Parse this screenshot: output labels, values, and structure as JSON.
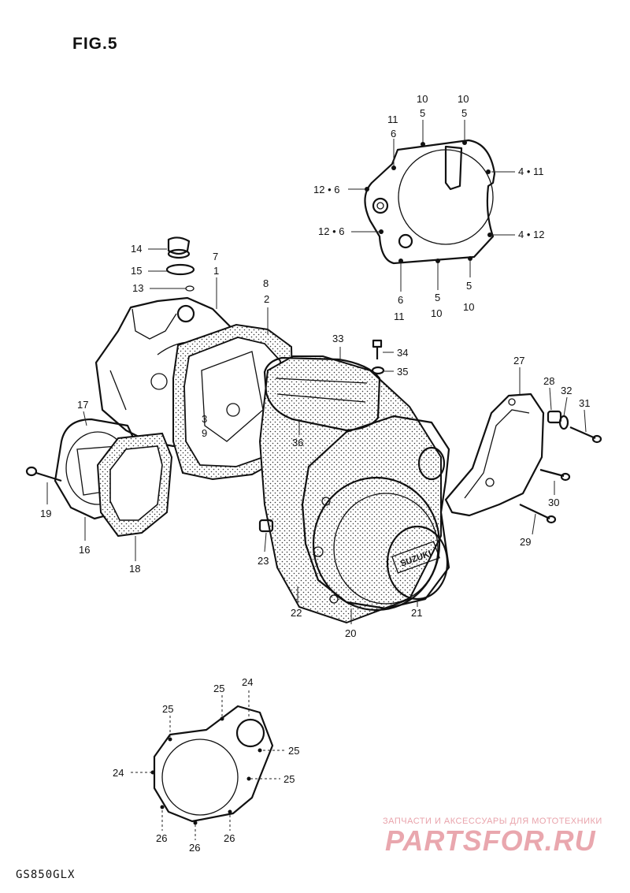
{
  "figure": {
    "title": "FIG.5",
    "model_code": "GS850GLX"
  },
  "watermark": {
    "tagline": "ЗАПЧАСТИ И АКСЕССУАРЫ ДЛЯ МОТОТЕХНИКИ",
    "logo": "PARTSFOR.RU"
  },
  "cover_emblem": "SUZUKI",
  "callouts": {
    "c1": "10",
    "c2": "5",
    "c3": "10",
    "c4": "5",
    "c5": "11",
    "c6": "6",
    "c7": "12 • 6",
    "c8": "4 • 11",
    "c9": "12 • 6",
    "c10": "4 • 12",
    "c11": "6",
    "c12": "11",
    "c13": "5",
    "c14": "10",
    "c15": "5",
    "c16": "10",
    "c17": "14",
    "c18": "15",
    "c19": "13",
    "c20": "7",
    "c21": "1",
    "c22": "8",
    "c23": "2",
    "c24": "33",
    "c25": "34",
    "c26": "35",
    "c27": "27",
    "c28": "28",
    "c29": "32",
    "c30": "31",
    "c31": "3",
    "c32": "9",
    "c33": "36",
    "c34": "17",
    "c35": "19",
    "c36": "16",
    "c37": "18",
    "c38": "30",
    "c39": "29",
    "c40": "23",
    "c41": "22",
    "c42": "20",
    "c43": "21",
    "c44": "24",
    "c45": "25",
    "c46": "25",
    "c47": "24",
    "c48": "25",
    "c49": "25",
    "c50": "26",
    "c51": "26",
    "c52": "26"
  }
}
